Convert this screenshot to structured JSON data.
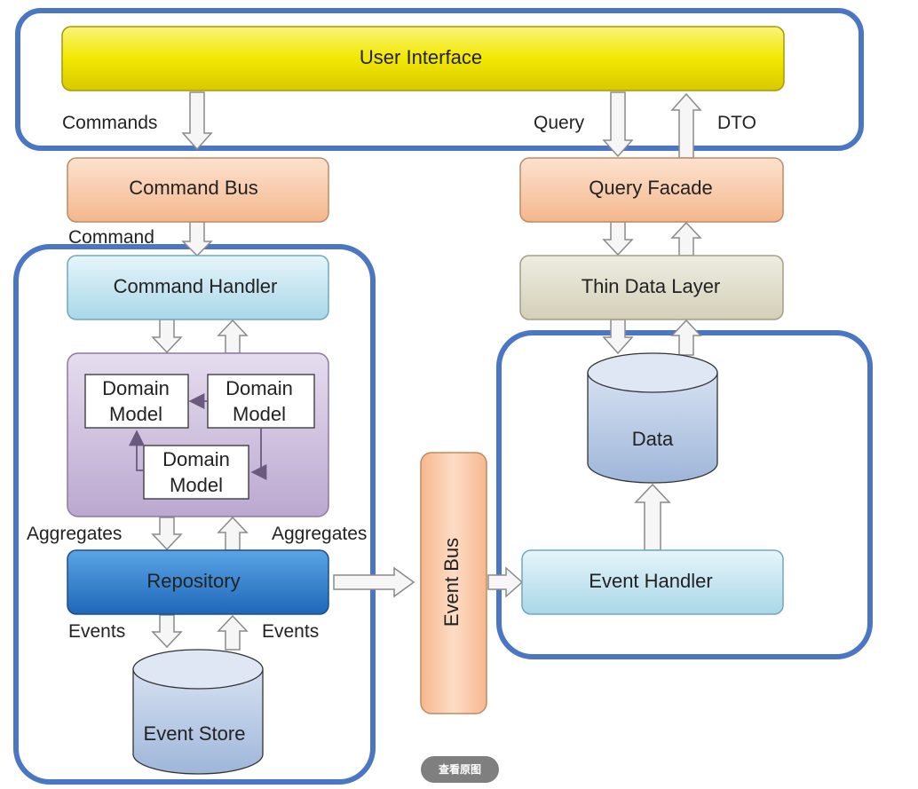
{
  "diagram": {
    "boxes": {
      "user_interface": "User Interface",
      "command_bus": "Command Bus",
      "query_facade": "Query Facade",
      "command_handler": "Command Handler",
      "thin_data_layer": "Thin Data Layer",
      "domain_model_1": [
        "Domain",
        "Model"
      ],
      "domain_model_2": [
        "Domain",
        "Model"
      ],
      "domain_model_3": [
        "Domain",
        "Model"
      ],
      "repository": "Repository",
      "event_bus": "Event Bus",
      "event_handler": "Event Handler",
      "data": "Data",
      "event_store": "Event Store"
    },
    "labels": {
      "commands": "Commands",
      "query": "Query",
      "dto": "DTO",
      "command": "Command",
      "aggregates_left": "Aggregates",
      "aggregates_right": "Aggregates",
      "events_left": "Events",
      "events_right": "Events"
    },
    "colors": {
      "group_outline": "#4a76c4",
      "ui_fill": "#f2e800",
      "orange_fill": "#f7c9a6",
      "cyan_fill": "#c9e8f2",
      "beige_fill": "#e2dfcd",
      "purple_fill": "#cdbfdc",
      "blue_fill": "#2f7fd0",
      "cylinder_fill": "#b6c8e4"
    }
  },
  "view_original_button": "查看原图"
}
